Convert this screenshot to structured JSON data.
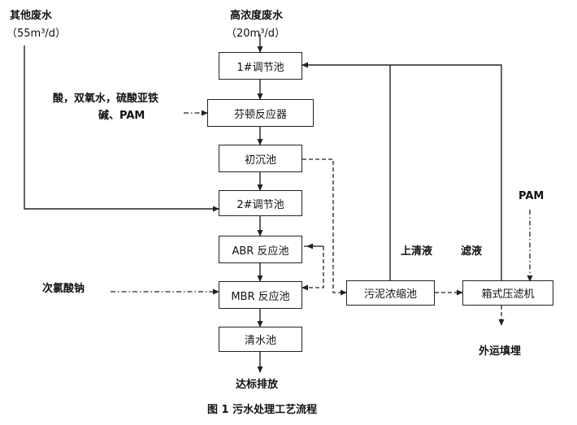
{
  "inputs": {
    "other_wastewater": {
      "title": "其他废水",
      "flow": "（55m³/d）"
    },
    "high_conc_wastewater": {
      "title": "高浓度废水",
      "flow": "（20m³/d）"
    }
  },
  "chemicals": {
    "fenton_line1": "酸，双氧水，硫酸亚铁",
    "fenton_line2": "碱、PAM",
    "mbr": "次氯酸钠",
    "pam": "PAM"
  },
  "units": {
    "tank1": "1#调节池",
    "fenton": "芬顿反应器",
    "primary": "初沉池",
    "tank2": "2#调节池",
    "abr": "ABR 反应池",
    "mbr": "MBR 反应池",
    "clear": "清水池",
    "sludge_thickener": "污泥浓缩池",
    "filter_press": "箱式压滤机"
  },
  "flows": {
    "supernatant": "上清液",
    "filtrate": "滤液",
    "discharge": "达标排放",
    "landfill": "外运填埋"
  },
  "caption": "图 1  污水处理工艺流程"
}
